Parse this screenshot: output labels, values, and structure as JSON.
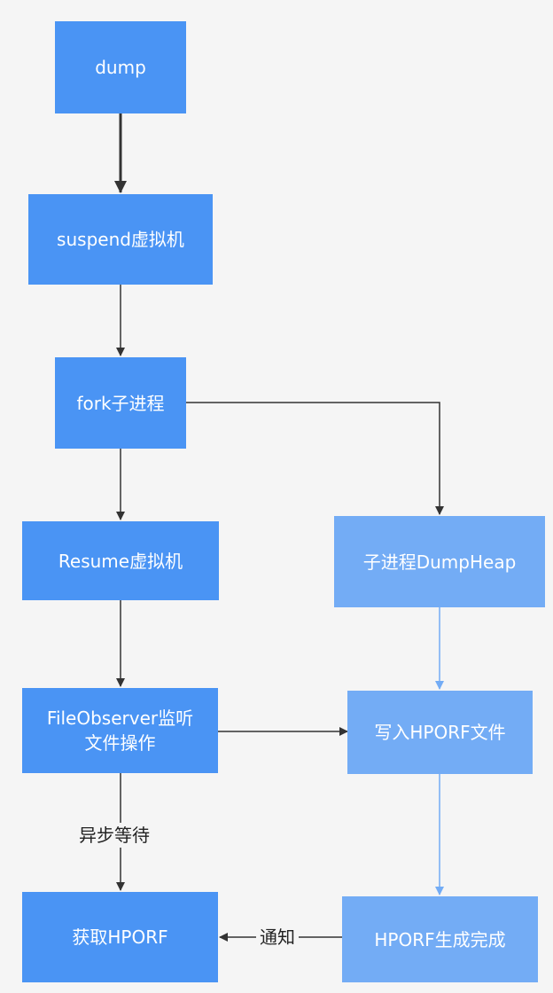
{
  "colors": {
    "background": "#f5f5f5",
    "node_primary": "#4a94f4",
    "node_secondary": "#73acf5",
    "arrow_dark": "#333333",
    "arrow_light": "#73acf5"
  },
  "nodes": {
    "dump": "dump",
    "suspend": "suspend虚拟机",
    "fork": "fork子进程",
    "resume": "Resume虚拟机",
    "file_observer_line1": "FileObserver监听",
    "file_observer_line2": "文件操作",
    "get_hporf": "获取HPORF",
    "child_dumpheap": "子进程DumpHeap",
    "write_hporf": "写入HPORF文件",
    "hporf_done": "HPORF生成完成"
  },
  "edge_labels": {
    "async_wait": "异步等待",
    "notify": "通知"
  }
}
